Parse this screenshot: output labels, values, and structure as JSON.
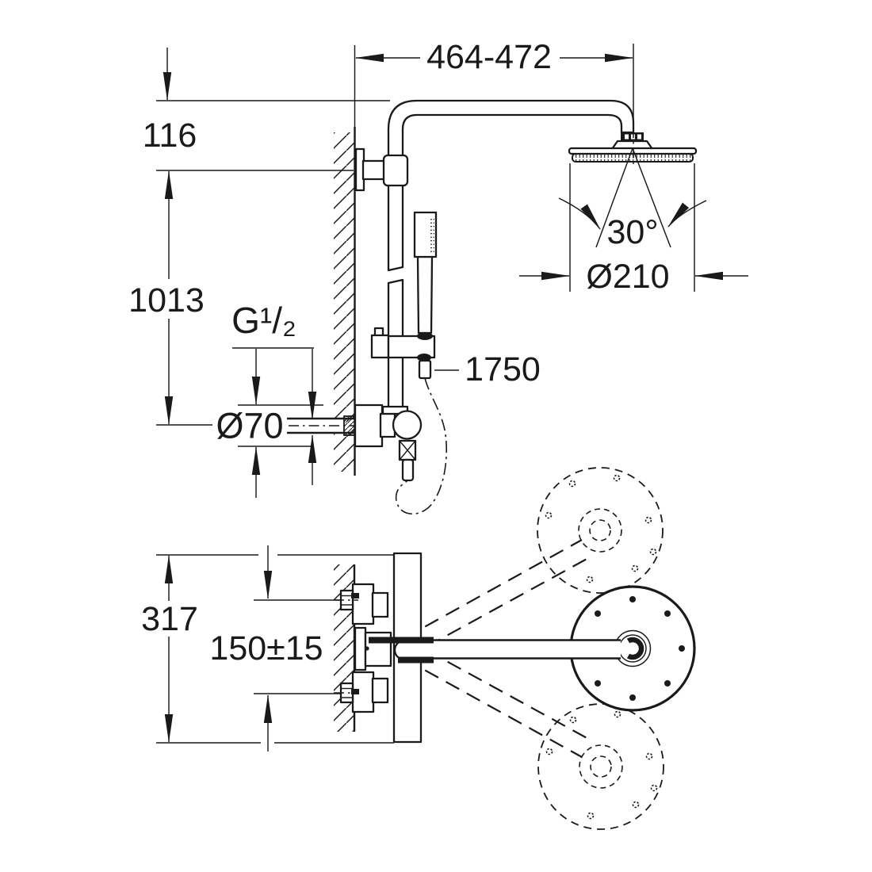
{
  "labels": {
    "dim_arm_reach": "464-472",
    "dim_head_drop": "116",
    "dim_riser_height": "1013",
    "thread_label": "G¹/₂",
    "dim_escutcheon_dia": "Ø70",
    "dim_hose_length": "1750",
    "dim_spray_angle": "30°",
    "dim_head_dia": "Ø210",
    "dim_body_height": "317",
    "dim_inlet_spacing": "150±15"
  },
  "colors": {
    "line": "#1a1a1a",
    "background": "#ffffff"
  }
}
